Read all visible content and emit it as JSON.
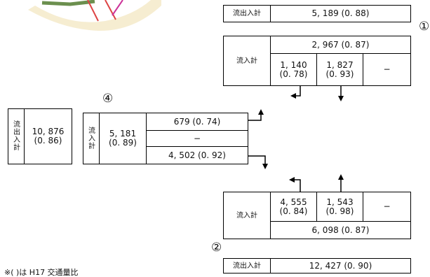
{
  "labels": {
    "flow_in_out_total": "流出入計",
    "flow_in_total": "流入計"
  },
  "node1": {
    "marker": "①",
    "total": "5, 189 (0. 88)",
    "inflow_total": "2, 967 (0. 87)",
    "left": "1, 140\n(0. 78)",
    "right": "1, 827\n(0. 93)",
    "none": "−"
  },
  "node4": {
    "marker": "④",
    "total": "10, 876\n(0. 86)",
    "inflow_total": "5, 181\n(0. 89)",
    "top": "679 (0. 74)",
    "middle": "−",
    "bottom": "4, 502 (0. 92)"
  },
  "node2": {
    "marker": "②",
    "left": "4, 555\n(0. 84)",
    "right": "1, 543\n(0. 98)",
    "none": "−",
    "inflow_total": "6, 098 (0. 87)",
    "total": "12, 427 (0. 90)"
  },
  "footnote": "※( )は H17 交通量比",
  "colors": {
    "line": "#000000",
    "decoration": "#e8d7a0"
  }
}
